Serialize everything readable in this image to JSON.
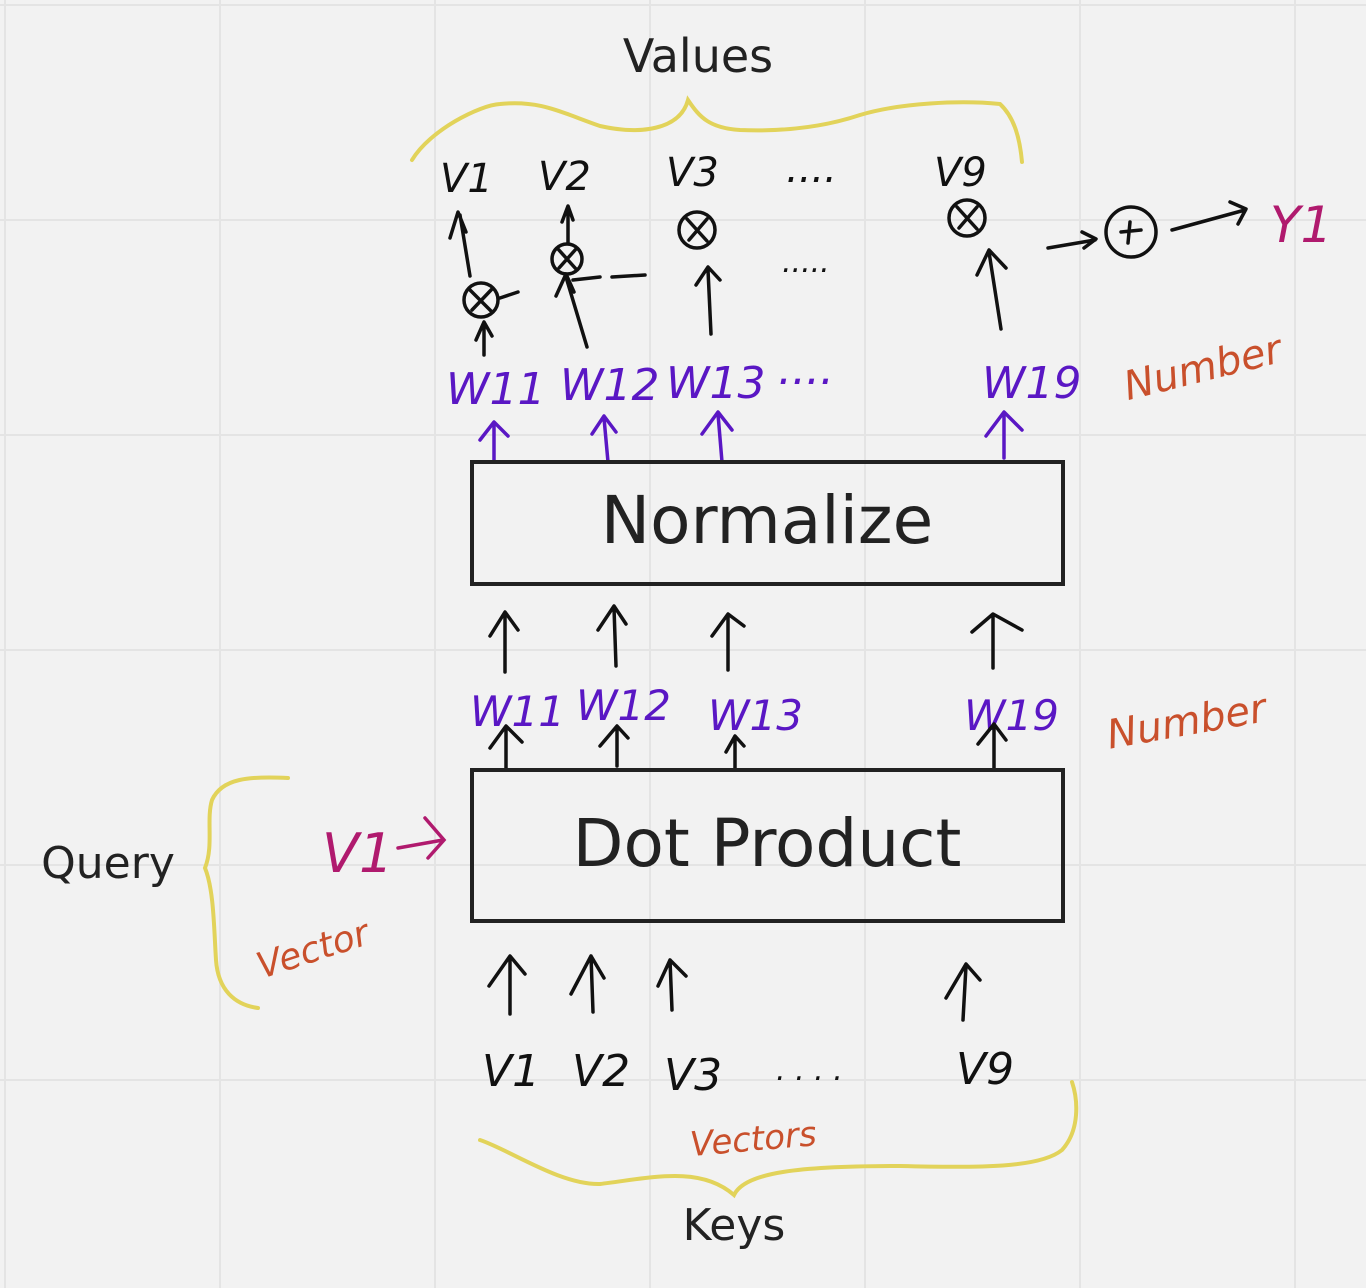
{
  "diagram": {
    "title_values": "Values",
    "title_keys": "Keys",
    "title_query": "Query",
    "boxes": {
      "normalize": "Normalize",
      "dot_product": "Dot Product"
    },
    "values_row": [
      "V1",
      "V2",
      "V3",
      "....",
      "V9"
    ],
    "keys_row": [
      "V1",
      "V2",
      "V3",
      ". . . .",
      "V9"
    ],
    "raw_weights": [
      "W11",
      "W12",
      "W13",
      "W19"
    ],
    "normalized_weights": [
      "W11",
      "W12",
      "W13",
      "....",
      "W19"
    ],
    "query_vector": "V1",
    "output": "Y1",
    "annotations": {
      "weights_top": "Number",
      "weights_bottom": "Number",
      "query_type": "Vector",
      "keys_type": "Vectors"
    },
    "operators": {
      "multiply": "⊗",
      "sum": "⊕",
      "dots_mid": "....."
    },
    "colors": {
      "ink": "#111111",
      "weights": "#5a17c4",
      "annotation": "#c9502c",
      "query": "#b01a6e",
      "brace": "#e2d35a",
      "background": "#f2f2f2"
    }
  }
}
